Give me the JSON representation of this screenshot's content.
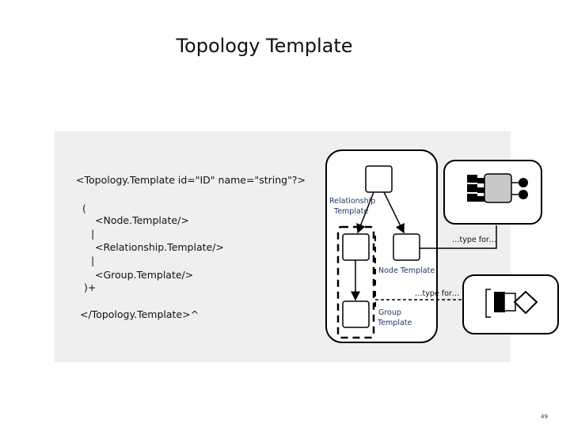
{
  "slide": {
    "title": "Topology Template",
    "page_number": "49"
  },
  "code": {
    "lines": [
      "<Topology.Template id=\"ID\" name=\"string\"?>",
      "(",
      "<Node.Template/>",
      "|",
      "<Relationship.Template/>",
      "|",
      "<Group.Template/>",
      ")+",
      "</Topology.Template>^"
    ]
  },
  "diagram": {
    "relationship_label_1": "Relationship",
    "relationship_label_2": "Template",
    "node_template_label": "Node Template",
    "group_label_1": "Group",
    "group_label_2": "Template",
    "type_for_1": "…type for…",
    "type_for_2": "…type for…"
  },
  "colors": {
    "panel_bg": "#efefef",
    "label_navy": "#1f3864",
    "node_fill_gray": "#c8c8c8"
  }
}
